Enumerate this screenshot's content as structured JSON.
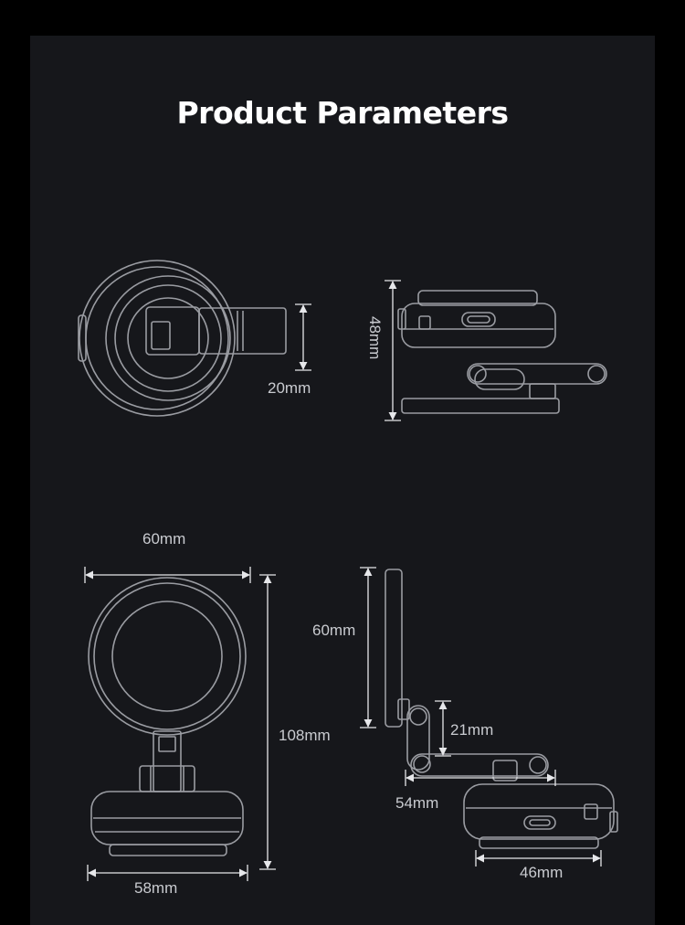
{
  "title": "Product Parameters",
  "colors": {
    "background": "#16171b",
    "outer_background": "#000000",
    "title": "#ffffff",
    "line": "#9a9ca2",
    "dimension_text": "#c9cbd0"
  },
  "views": {
    "top_view": {
      "dimension": "20mm"
    },
    "side_compact_view": {
      "dimension": "48mm"
    },
    "front_view": {
      "width": "60mm",
      "height": "108mm",
      "base_width": "58mm"
    },
    "side_extended_view": {
      "plate_height": "60mm",
      "joint_height": "21mm",
      "arm_length": "54mm",
      "base_width": "46mm"
    }
  }
}
